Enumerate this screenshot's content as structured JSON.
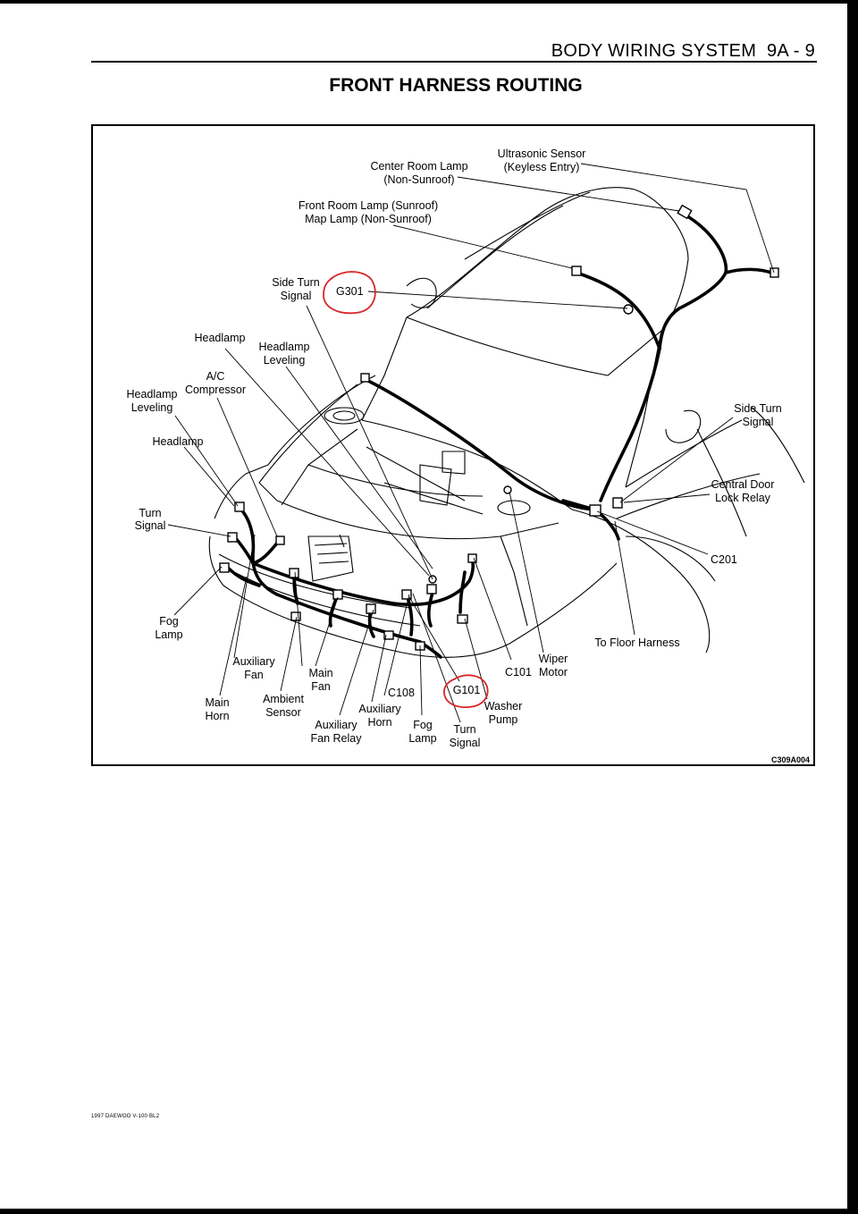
{
  "header": {
    "section_title": "BODY WIRING SYSTEM",
    "page_number": "9A - 9"
  },
  "title": "FRONT HARNESS ROUTING",
  "figure": {
    "code": "C309A004",
    "labels": {
      "ultrasonic_sensor": [
        "Ultrasonic Sensor",
        "(Keyless Entry)"
      ],
      "center_room_lamp": [
        "Center Room Lamp",
        "(Non-Sunroof)"
      ],
      "front_room_lamp": [
        "Front Room Lamp (Sunroof)",
        "Map Lamp (Non-Sunroof)"
      ],
      "side_turn_signal_upper": [
        "Side Turn",
        "Signal"
      ],
      "g301": "G301",
      "headlamp_upper": "Headlamp",
      "headlamp_leveling_upper": [
        "Headlamp",
        "Leveling"
      ],
      "ac_compressor": [
        "A/C",
        "Compressor"
      ],
      "headlamp_leveling_left": [
        "Headlamp",
        "Leveling"
      ],
      "headlamp_left": "Headlamp",
      "turn_signal_left": [
        "Turn",
        "Signal"
      ],
      "side_turn_signal_right": [
        "Side Turn",
        "Signal"
      ],
      "central_door_lock_relay": [
        "Central Door",
        "Lock Relay"
      ],
      "c201": "C201",
      "to_floor_harness": "To Floor Harness",
      "fog_lamp_left": [
        "Fog",
        "Lamp"
      ],
      "auxiliary_fan": [
        "Auxiliary",
        "Fan"
      ],
      "main_horn": [
        "Main",
        "Horn"
      ],
      "main_fan": [
        "Main",
        "Fan"
      ],
      "ambient_sensor": [
        "Ambient",
        "Sensor"
      ],
      "auxiliary_fan_relay": [
        "Auxiliary",
        "Fan Relay"
      ],
      "auxiliary_horn": [
        "Auxiliary",
        "Horn"
      ],
      "c108": "C108",
      "fog_lamp_bottom": [
        "Fog",
        "Lamp"
      ],
      "g101": "G101",
      "turn_signal_bottom": [
        "Turn",
        "Signal"
      ],
      "washer_pump": [
        "Washer",
        "Pump"
      ],
      "c101": "C101",
      "wiper_motor": [
        "Wiper",
        "Motor"
      ]
    }
  },
  "footer": {
    "text": "1997 DAEWOO V-100 BL2"
  },
  "colors": {
    "ink": "#000000",
    "highlight_circle": "#d9252a"
  }
}
